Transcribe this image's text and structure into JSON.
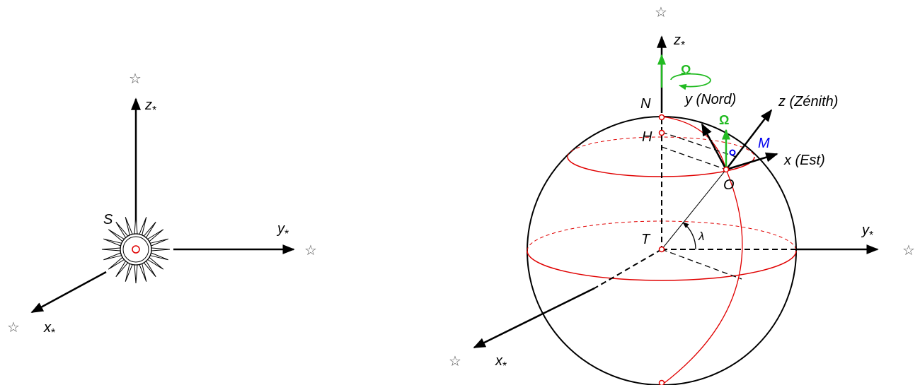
{
  "left_figure": {
    "sun_label": "S",
    "axes": {
      "x": "x",
      "y": "y",
      "z": "z",
      "star_subscript": "*"
    },
    "star_glyph": "☆"
  },
  "right_figure": {
    "axes": {
      "x": "x",
      "y": "y",
      "z": "z",
      "star_subscript": "*"
    },
    "star_glyph": "☆",
    "points": {
      "N": "N",
      "H": "H",
      "T": "T",
      "O": "O",
      "M": "M"
    },
    "local_axes": {
      "x": "x (Est)",
      "y": "y (Nord)",
      "z": "z (Zénith)"
    },
    "omega": "Ω",
    "latitude": "λ"
  },
  "colors": {
    "lines": "#000000",
    "circles": "#e00000",
    "omega": "#22bb22",
    "mass_point": "#0000ee"
  }
}
